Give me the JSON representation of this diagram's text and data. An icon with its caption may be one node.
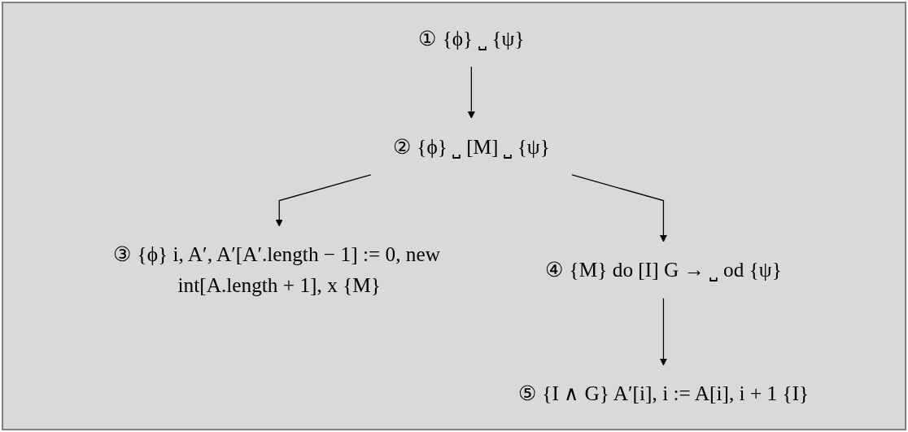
{
  "diagram": {
    "nodes": [
      {
        "text": [
          "① {ϕ} ⎵ {ψ}"
        ]
      },
      {
        "text": [
          "② {ϕ} ⎵ [M] ⎵ {ψ}"
        ]
      },
      {
        "text": [
          "③ {ϕ} i, A′, A′[A′.length − 1] := 0, new int[A.length + 1], x {M}"
        ]
      },
      {
        "text": [
          "④ {M} do [I] G → ⎵ od {ψ}"
        ]
      },
      {
        "text": [
          "⑤ {I ∧ G} A′[i], i := A[i], i + 1 {I}"
        ]
      }
    ],
    "edges": [
      {
        "from": 0,
        "to": 1,
        "arrow": "to"
      },
      {
        "from": 1,
        "to": 2,
        "arrow": "to"
      },
      {
        "from": 1,
        "to": 3,
        "arrow": "to"
      },
      {
        "from": 3,
        "to": 4,
        "arrow": "to"
      }
    ]
  }
}
